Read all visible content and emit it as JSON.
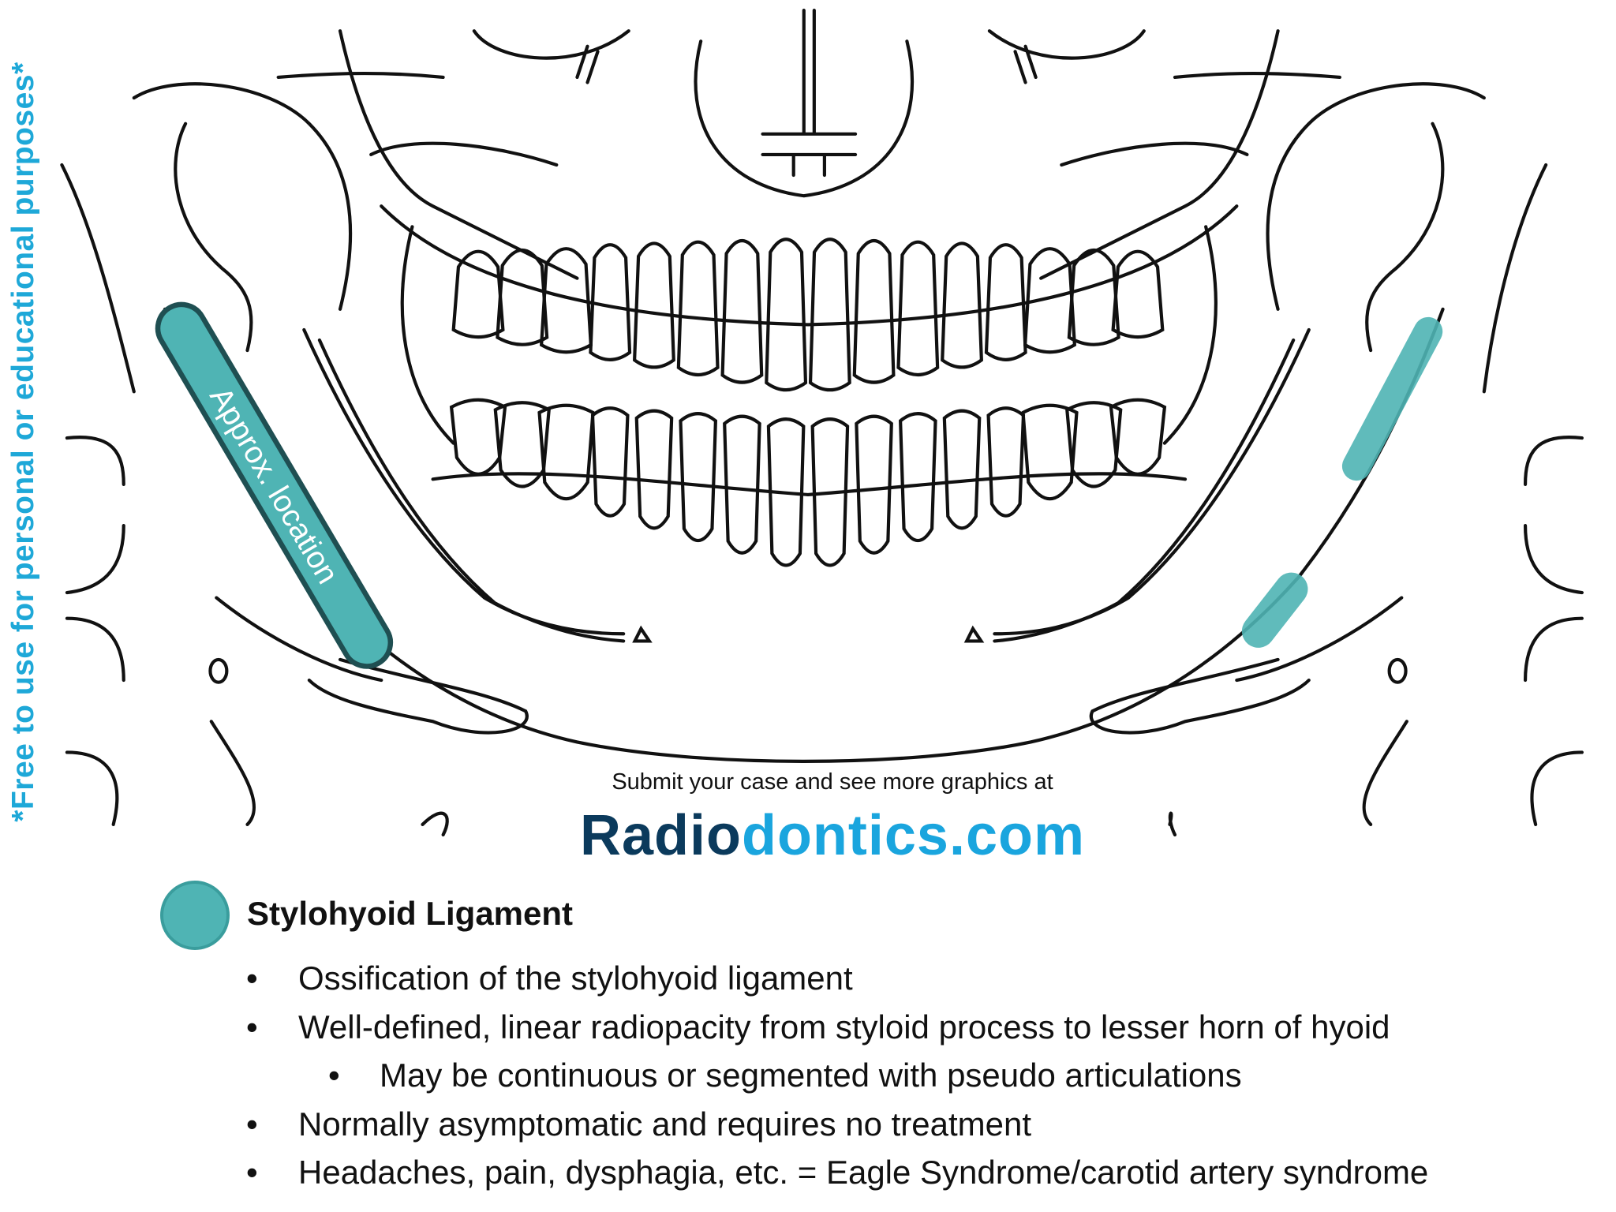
{
  "side_note": "*Free to use for personal or educational purposes*",
  "diagram": {
    "highlight_label": "Approx. location",
    "highlight_color": "#4fb4b4",
    "highlight_outline": "#1f4f52",
    "line_color": "#111111"
  },
  "credit": {
    "submit_text": "Submit your case and see more graphics at",
    "brand_part1": "Radio",
    "brand_part2": "dontics.com",
    "brand_color1": "#0b3a5c",
    "brand_color2": "#1aa5de"
  },
  "legend": {
    "title": "Stylohyoid Ligament",
    "bullet": "•",
    "items": [
      {
        "level": 1,
        "text": "Ossification of the stylohyoid ligament"
      },
      {
        "level": 1,
        "text": "Well-defined, linear radiopacity from styloid process to lesser horn of hyoid"
      },
      {
        "level": 2,
        "text": "May be continuous or segmented with pseudo articulations"
      },
      {
        "level": 1,
        "text": "Normally asymptomatic and requires no treatment"
      },
      {
        "level": 1,
        "text": "Headaches, pain, dysphagia, etc. = Eagle Syndrome/carotid artery syndrome"
      }
    ]
  }
}
